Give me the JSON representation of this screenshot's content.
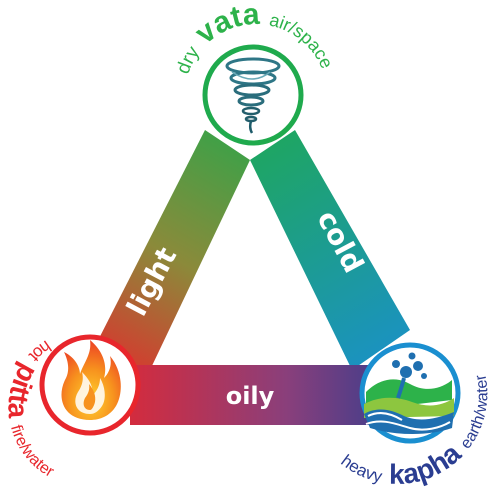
{
  "nodes": {
    "vata": {
      "prefix": "dry",
      "name": "vata",
      "element": "air/space",
      "color": "#2db24a",
      "icon": "tornado-icon"
    },
    "pitta": {
      "prefix": "hot",
      "name": "pitta",
      "element": "fire/water",
      "color": "#e8262c",
      "icon": "flame-icon"
    },
    "kapha": {
      "prefix": "heavy",
      "name": "kapha",
      "element": "earth/water",
      "color": "#2a3d91",
      "icon": "waves-icon"
    }
  },
  "edges": {
    "left": "light",
    "right": "cold",
    "bottom": "oily"
  },
  "colors": {
    "green": "#2db24a",
    "red": "#e8262c",
    "teal": "#1f9cc4",
    "navy": "#2a3d91"
  }
}
